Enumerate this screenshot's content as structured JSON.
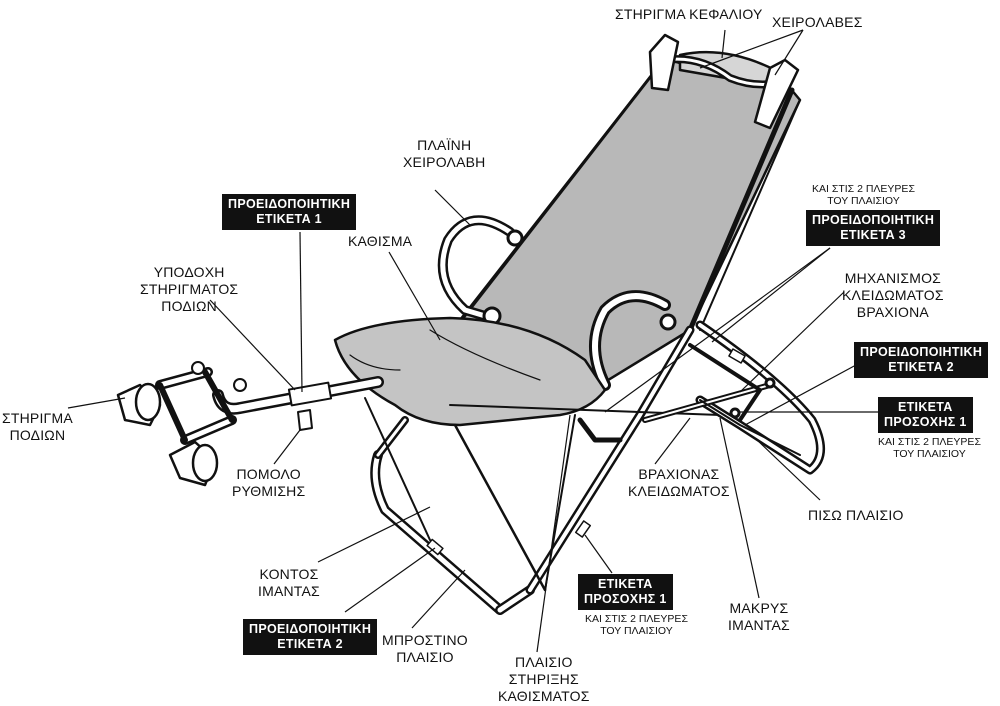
{
  "labels": {
    "head_support": "ΣΤΗΡΙΓΜΑ ΚΕΦΑΛΙΟΥ",
    "handles": "ΧΕΙΡΟΛΑΒΕΣ",
    "side_handle": [
      "ΠΛΑΪΝΗ",
      "ΧΕΙΡΟΛΑΒΗ"
    ],
    "seat": "ΚΑΘΙΣΜΑ",
    "foot_support_socket": [
      "ΥΠΟΔΟΧΗ",
      "ΣΤΗΡΙΓΜΑΤΟΣ",
      "ΠΟΔΙΩΝ"
    ],
    "foot_support": [
      "ΣΤΗΡΙΓΜΑ",
      "ΠΟΔΙΩΝ"
    ],
    "adjustment_knob": [
      "ΠΟΜΟΛΟ",
      "ΡΥΘΜΙΣΗΣ"
    ],
    "short_strap": [
      "ΚΟΝΤΟΣ",
      "ΙΜΑΝΤΑΣ"
    ],
    "front_frame": [
      "ΜΠΡΟΣΤΙΝΟ",
      "ΠΛΑΙΣΙΟ"
    ],
    "seat_support_frame": [
      "ΠΛΑΙΣΙΟ",
      "ΣΤΗΡΙΞΗΣ",
      "ΚΑΘΙΣΜΑΤΟΣ"
    ],
    "locking_arm": [
      "ΒΡΑΧΙΟΝΑΣ",
      "ΚΛΕΙΔΩΜΑΤΟΣ"
    ],
    "long_strap": [
      "ΜΑΚΡΥΣ",
      "ΙΜΑΝΤΑΣ"
    ],
    "rear_frame": "ΠΙΣΩ ΠΛΑΙΣΙΟ",
    "arm_locking_mechanism": [
      "ΜΗΧΑΝΙΣΜΟΣ",
      "ΚΛΕΙΔΩΜΑΤΟΣ",
      "ΒΡΑΧΙΟΝΑ"
    ]
  },
  "warning_labels": {
    "warning_1": [
      "ΠΡΟΕΙΔΟΠΟΙΗΤΙΚΗ",
      "ΕΤΙΚΕΤΑ 1"
    ],
    "warning_2_right": [
      "ΠΡΟΕΙΔΟΠΟΙΗΤΙΚΗ",
      "ΕΤΙΚΕΤΑ 2"
    ],
    "warning_2_left": [
      "ΠΡΟΕΙΔΟΠΟΙΗΤΙΚΗ",
      "ΕΤΙΚΕΤΑ 2"
    ],
    "warning_3": [
      "ΠΡΟΕΙΔΟΠΟΙΗΤΙΚΗ",
      "ΕΤΙΚΕΤΑ 3"
    ],
    "caution_1_right": [
      "ΕΤΙΚΕΤΑ",
      "ΠΡΟΣΟΧΗΣ 1"
    ],
    "caution_1_bottom": [
      "ΕΤΙΚΕΤΑ",
      "ΠΡΟΣΟΧΗΣ 1"
    ]
  },
  "notes": {
    "warning_3_note": [
      "ΚΑΙ ΣΤΙΣ 2 ΠΛΕΥΡΕΣ",
      "ΤΟΥ ΠΛΑΙΣΙΟΥ"
    ],
    "caution_1_right_note": [
      "ΚΑΙ ΣΤΙΣ 2 ΠΛΕΥΡΕΣ",
      "ΤΟΥ ΠΛΑΙΣΙΟΥ"
    ],
    "caution_1_bottom_note": [
      "ΚΑΙ ΣΤΙΣ 2 ΠΛΕΥΡΕΣ",
      "ΤΟΥ ΠΛΑΙΣΙΟΥ"
    ]
  },
  "colors": {
    "line": "#111111",
    "fabric": "#b8b8b8",
    "cushion": "#c4c4c4",
    "label_bg": "#111111",
    "label_text": "#ffffff"
  }
}
